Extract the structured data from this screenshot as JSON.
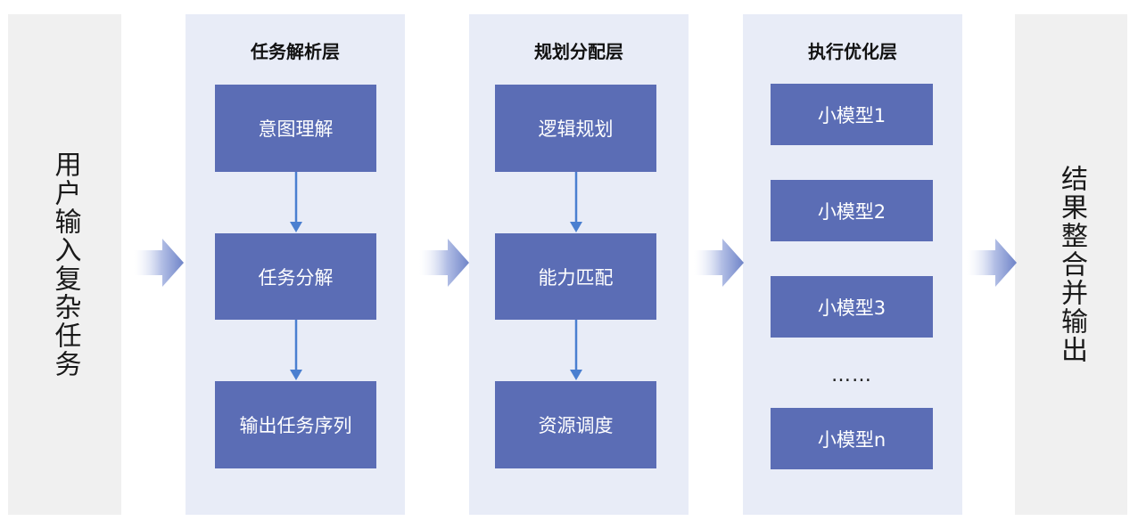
{
  "input_label": "用户输入复杂任务",
  "output_label": "结果整合并输出",
  "layers": [
    {
      "title": "任务解析层",
      "steps": [
        "意图理解",
        "任务分解",
        "输出任务序列"
      ]
    },
    {
      "title": "规划分配层",
      "steps": [
        "逻辑规划",
        "能力匹配",
        "资源调度"
      ]
    },
    {
      "title": "执行优化层",
      "models": [
        "小模型1",
        "小模型2",
        "小模型3",
        "小模型n"
      ],
      "ellipsis": "……"
    }
  ],
  "colors": {
    "box": "#5b6db5",
    "layer_bg": "#e8ecf7",
    "side_bg": "#f0f0f0",
    "arrow": "#4a7fd0",
    "big_arrow": "#6f84c8"
  }
}
